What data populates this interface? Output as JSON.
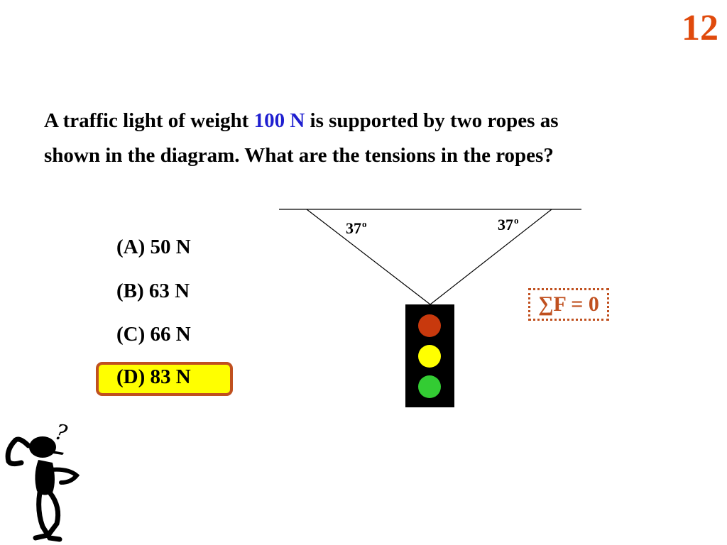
{
  "slide": {
    "number": "12"
  },
  "question": {
    "text_before": "A traffic light of weight ",
    "highlight": "100 N",
    "text_after": " is supported by two ropes as shown in the diagram.  What are the tensions in the ropes?"
  },
  "choices": [
    {
      "label": "(A) 50 N",
      "selected": false
    },
    {
      "label": "(B) 63 N",
      "selected": false
    },
    {
      "label": "(C) 66 N",
      "selected": false
    },
    {
      "label": "(D) 83 N",
      "selected": true
    }
  ],
  "diagram": {
    "angle_left": "37",
    "angle_right": "37",
    "angle_unit": "o",
    "formula": "∑F = 0",
    "lights": [
      "red",
      "yellow",
      "green"
    ]
  },
  "clipart": {
    "question_mark": "?"
  },
  "colors": {
    "slide_number": "#e04a0c",
    "highlight": "#1f1fd0",
    "answer_fill": "#ffff00",
    "answer_border": "#c0501f",
    "formula_text": "#c0501f",
    "light_red": "#c8390d",
    "light_yellow": "#ffff00",
    "light_green": "#33cc33",
    "housing": "#000000"
  }
}
